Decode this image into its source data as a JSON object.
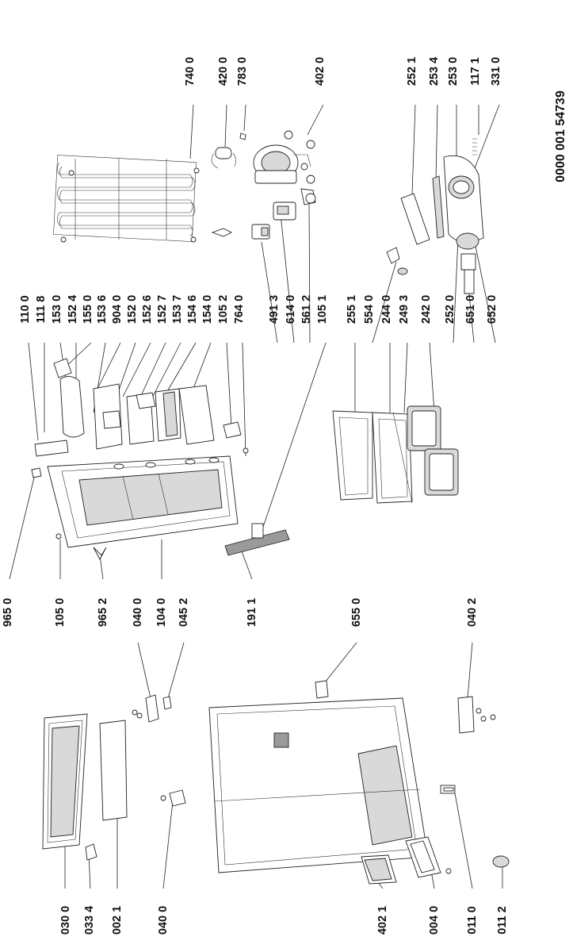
{
  "diagram_code": "0000 001 54739",
  "labels": {
    "l0300": "030 0",
    "l0334": "033 4",
    "l0021": "002 1",
    "l0400a": "040 0",
    "l4021": "402 1",
    "l0040": "004 0",
    "l0110": "011 0",
    "l0112": "011 2",
    "l9650": "965 0",
    "l1050": "105 0",
    "l9652": "965 2",
    "l0400b": "040 0",
    "l1040": "104 0",
    "l0452": "045 2",
    "l1911": "191 1",
    "l6550": "655 0",
    "l0402": "040 2",
    "l1100": "110 0",
    "l1118": "111 8",
    "l1530": "153 0",
    "l1524": "152 4",
    "l1550": "155 0",
    "l1536": "153 6",
    "l9040": "904 0",
    "l1520": "152 0",
    "l1526": "152 6",
    "l1527": "152 7",
    "l1537": "153 7",
    "l1546": "154 6",
    "l1540": "154 0",
    "l1052": "105 2",
    "l7640": "764 0",
    "l4913": "491 3",
    "l6140": "614 0",
    "l5612": "561 2",
    "l1051": "105 1",
    "l2551": "255 1",
    "l5540": "554 0",
    "l2440": "244 0",
    "l2493": "249 3",
    "l2420": "242 0",
    "l2520": "252 0",
    "l6510": "651 0",
    "l6520": "652 0",
    "l7400": "740 0",
    "l4200": "420 0",
    "l7830": "783 0",
    "l4020": "402 0",
    "l2521": "252 1",
    "l2534": "253 4",
    "l2530": "253 0",
    "l1171": "117 1",
    "l3310": "331 0"
  }
}
